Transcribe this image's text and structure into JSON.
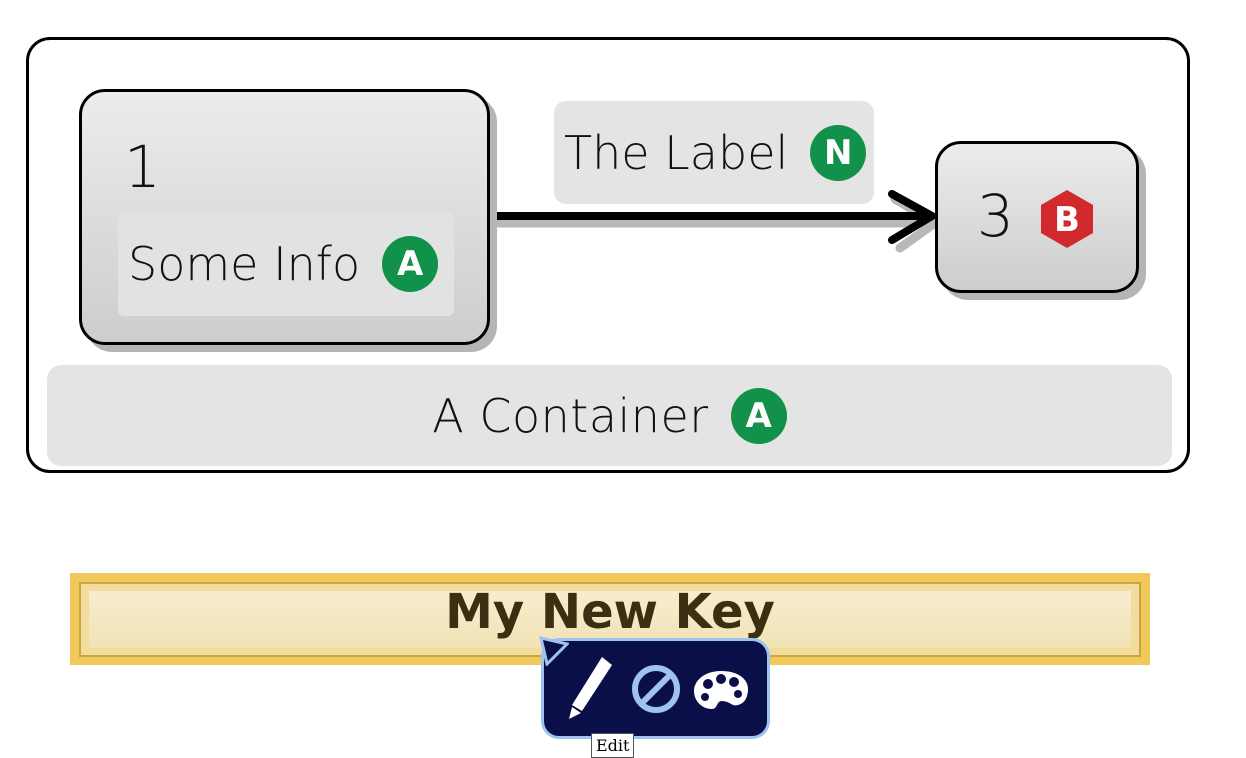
{
  "diagram": {
    "container": {
      "label": "A Container",
      "badge": "A"
    },
    "node_1": {
      "title": "1",
      "info": "Some Info",
      "badge": "A"
    },
    "edge": {
      "label": "The Label",
      "badge": "N"
    },
    "node_3": {
      "title": "3",
      "badge": "B"
    }
  },
  "legend": {
    "title": "My New Key"
  },
  "toolbar": {
    "tooltip": "Edit"
  },
  "colors": {
    "badge_green": "#12914a",
    "badge_red": "#d12a2e",
    "toolbar_bg": "#0a0f4a",
    "legend_gold": "#f0c95a"
  }
}
